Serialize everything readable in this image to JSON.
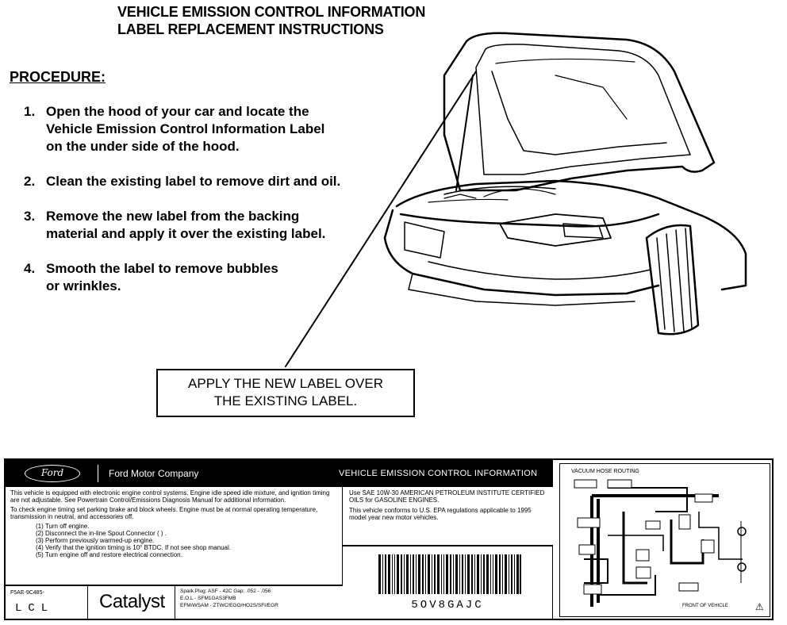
{
  "title": {
    "line1": "VEHICLE EMISSION CONTROL INFORMATION",
    "line2": "LABEL REPLACEMENT INSTRUCTIONS"
  },
  "procedure_heading": "PROCEDURE:",
  "steps": [
    {
      "num": "1.",
      "text": "Open the hood of your car and locate the\nVehicle Emission Control Information Label\non the under side of the hood."
    },
    {
      "num": "2.",
      "text": "Clean the existing label to remove dirt and oil."
    },
    {
      "num": "3.",
      "text": "Remove the new label from the backing\nmaterial and apply it over the existing label."
    },
    {
      "num": "4.",
      "text": "Smooth the label to remove bubbles\nor wrinkles."
    }
  ],
  "callout": {
    "line1": "APPLY THE NEW LABEL OVER",
    "line2": "THE EXISTING LABEL."
  },
  "label": {
    "logo": "Ford",
    "company": "Ford Motor Company",
    "heading": "VEHICLE EMISSION CONTROL INFORMATION",
    "para1": "This vehicle is equipped with electronic engine control systems. Engine idle speed idle mixture, and ignition timing are not adjustable. See Powertrain Control/Emissions Diagnosis Manual for additional information.",
    "para2": "To check engine timing set parking brake and block wheels. Engine must be at normal operating temperature, transmission in neutral, and accessories off.",
    "timing_steps": [
      "(1) Turn off engine.",
      "(2) Disconnect the in-line Spout Connector ( ) .",
      "(3) Perform previously warmed-up engine.",
      "(4) Verify that the ignition timing is 10° BTDC. If not see shop manual.",
      "(5) Turn engine off and restore electrical connection."
    ],
    "oil": "Use SAE 10W-30 AMERICAN PETROLEUM INSTITUTE CERTIFIED OILS for GASOLINE ENGINES.",
    "epa": "This vehicle conforms to U.S. EPA regulations applicable to 1995 model year new motor vehicles.",
    "barcode_text": "5OV8GAJC",
    "part_number": "F5AE-9C485-",
    "code": "LCL",
    "catalyst": "Catalyst",
    "spec1": "Spark Plug: ASF - 42C        Gap: .052 - .056",
    "spec2": "E.O.L - SFM1GAS3FMB",
    "spec3": "EFM/WSAM - ZTWC/EGO/HO2S/SFI/EGR",
    "routing_title": "VACUUM HOSE ROUTING",
    "front_label": "FRONT OF VEHICLE",
    "warning_symbol": "⚠"
  }
}
